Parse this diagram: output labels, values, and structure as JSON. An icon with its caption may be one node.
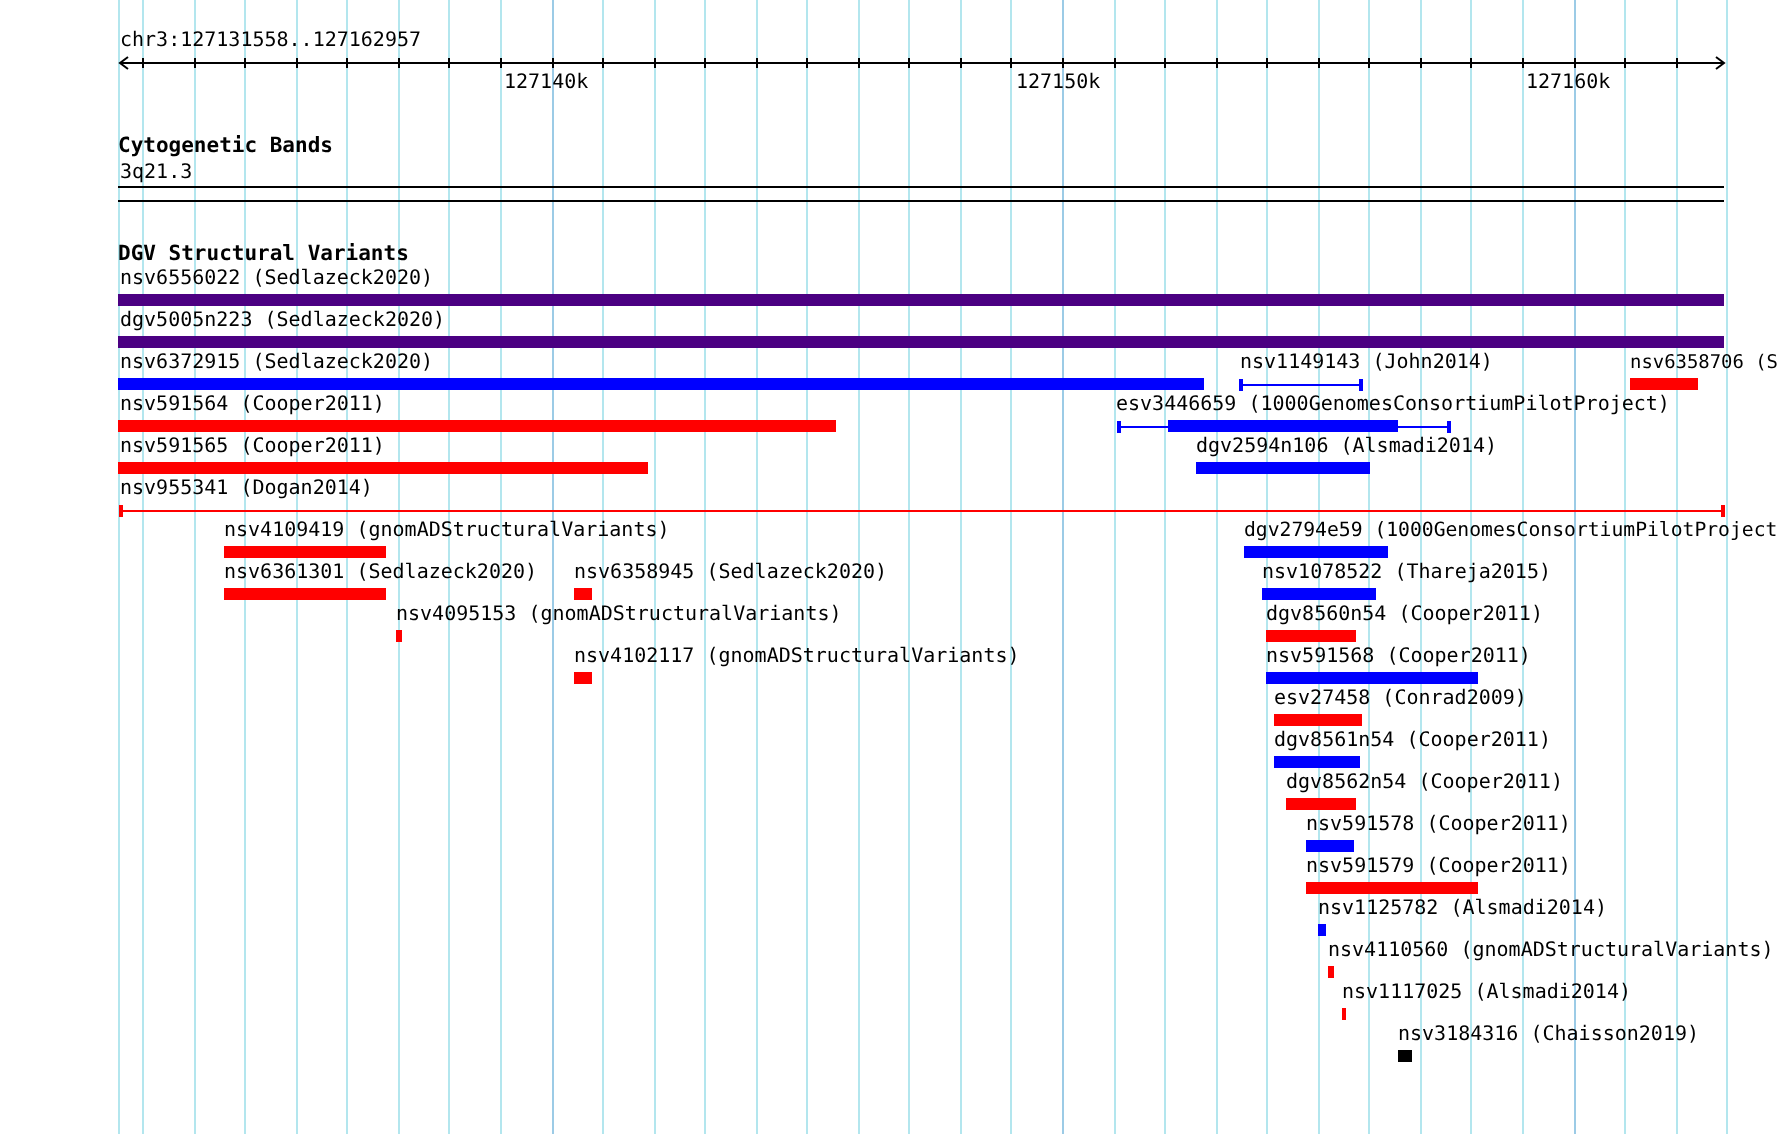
{
  "diagram": {
    "nodes": [
      {
        "text": [
          "nsv6556022 (Sedlazeck2020)"
        ]
      },
      {
        "text": [
          "dgv5005n223 (Sedlazeck2020)"
        ]
      },
      {
        "text": [
          "nsv6372915 (Sedlazeck2020)"
        ]
      },
      {
        "text": [
          "nsv1149143 (John2014)"
        ]
      },
      {
        "text": [
          "nsv6358706 (S"
        ]
      },
      {
        "text": [
          "nsv591564 (Cooper2011)"
        ]
      },
      {
        "text": [
          "esv3446659 (1000GenomesConsortiumPilotProject)"
        ]
      },
      {
        "text": [
          "nsv591565 (Cooper2011)"
        ]
      },
      {
        "text": [
          "dgv2594n106 (Alsmadi2014)"
        ]
      },
      {
        "text": [
          "nsv955341 (Dogan2014)"
        ]
      },
      {
        "text": [
          "nsv4109419 (gnomADStructuralVariants)"
        ]
      },
      {
        "text": [
          "dgv2794e59 (1000GenomesConsortiumPilotProject"
        ]
      },
      {
        "text": [
          "nsv6361301 (Sedlazeck2020)"
        ]
      },
      {
        "text": [
          "nsv6358945 (Sedlazeck2020)"
        ]
      },
      {
        "text": [
          "nsv1078522 (Thareja2015)"
        ]
      },
      {
        "text": [
          "nsv4095153 (gnomADStructuralVariants)"
        ]
      },
      {
        "text": [
          "dgv8560n54 (Cooper2011)"
        ]
      },
      {
        "text": [
          "nsv4102117 (gnomADStructuralVariants)"
        ]
      },
      {
        "text": [
          "nsv591568 (Cooper2011)"
        ]
      },
      {
        "text": [
          "esv27458 (Conrad2009)"
        ]
      },
      {
        "text": [
          "dgv8561n54 (Cooper2011)"
        ]
      },
      {
        "text": [
          "dgv8562n54 (Cooper2011)"
        ]
      },
      {
        "text": [
          "nsv591578 (Cooper2011)"
        ]
      },
      {
        "text": [
          "nsv591579 (Cooper2011)"
        ]
      },
      {
        "text": [
          "nsv1125782 (Alsmadi2014)"
        ]
      },
      {
        "text": [
          "nsv4110560 (gnomADStructuralVariants)"
        ]
      },
      {
        "text": [
          "nsv1117025 (Alsmadi2014)"
        ]
      },
      {
        "text": [
          "nsv3184316 (Chaisson2019)"
        ]
      }
    ],
    "labels": [
      "chr3:127131558..127162957",
      "127140k",
      "127150k",
      "127160k",
      "Cytogenetic Bands",
      "3q21.3",
      "DGV Structural Variants"
    ]
  }
}
